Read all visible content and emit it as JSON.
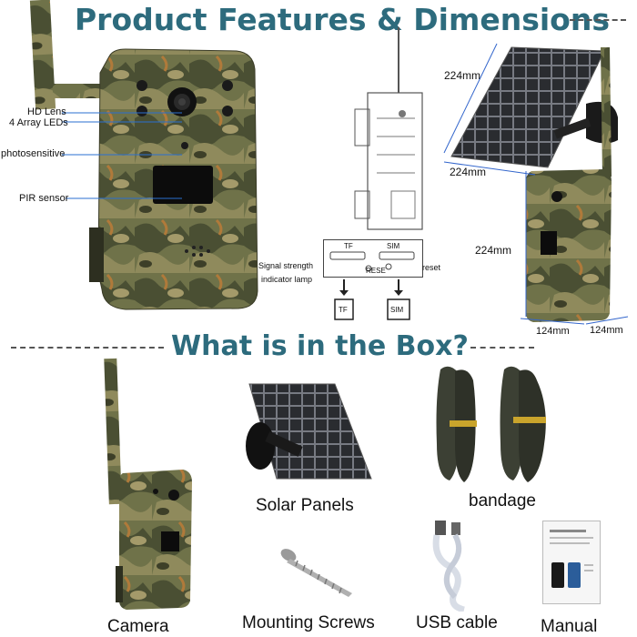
{
  "header": {
    "title": "Product Features & Dimensions"
  },
  "features": {
    "hd_lens": "HD Lens",
    "array_leds": "4 Array LEDs",
    "photosensitive": "photosensitive",
    "pir_sensor": "PIR sensor"
  },
  "diagram": {
    "tf": "TF",
    "sim": "SIM",
    "signal_line1": "Signal strength",
    "signal_line2": "indicator lamp",
    "rese": "RESE",
    "reset": "reset",
    "tf_card": "TF",
    "sim_card": "SIM"
  },
  "dimensions": {
    "panel_top": "224mm",
    "panel_bottom": "224mm",
    "camera_height": "224mm",
    "camera_width": "124mm",
    "camera_depth": "124mm"
  },
  "box": {
    "title": "What is in the Box?",
    "items": {
      "camera": "Camera",
      "solar_panels": "Solar Panels",
      "bandage": "bandage",
      "mounting_screws": "Mounting Screws",
      "usb_cable": "USB cable",
      "manual": "Manual"
    }
  },
  "colors": {
    "title": "#2d6b7d",
    "camo_dark": "#4a4f33",
    "camo_mid": "#7a7a50",
    "camo_light": "#a49a6a",
    "panel": "#2a2c30"
  }
}
